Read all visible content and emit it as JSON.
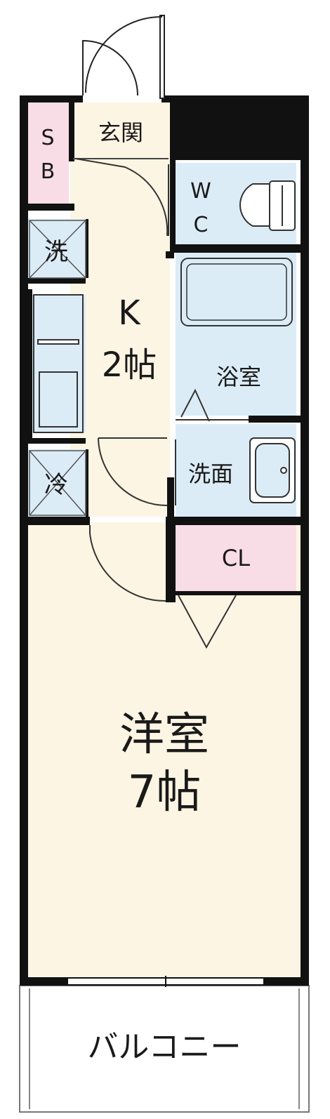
{
  "rooms": {
    "entrance": "玄関",
    "shoebox_line1": "S",
    "shoebox_line2": "B",
    "wc_line1": "W",
    "wc_line2": "C",
    "washer": "洗",
    "kitchen_label": "K",
    "kitchen_size": "2帖",
    "bath": "浴室",
    "washbasin": "洗面",
    "fridge": "冷",
    "closet": "CL",
    "western_room_label": "洋室",
    "western_room_size": "7帖",
    "balcony": "バルコニー"
  },
  "colors": {
    "wall": "#111111",
    "floor": "#fdf5e3",
    "wet_area": "#dcecf7",
    "storage": "#f9dde6",
    "balcony": "#ffffff"
  }
}
